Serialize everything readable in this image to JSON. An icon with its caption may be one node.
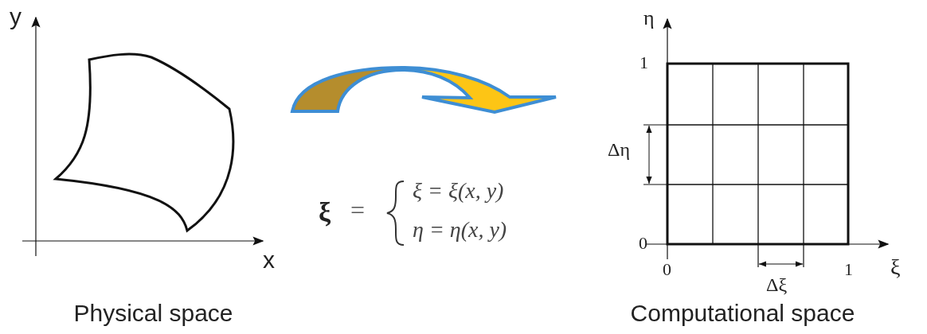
{
  "diagram": {
    "nodes": [
      {
        "text": [
          "Physical space"
        ]
      },
      {
        "text": [
          "Computational space"
        ]
      }
    ],
    "edges": [
      {
        "from": 0,
        "to": 1,
        "arrow": "to"
      }
    ],
    "labels": [
      "y",
      "x",
      "ξ",
      "=",
      "ξ = ξ(x, y)",
      "η = η(x, y)",
      "η",
      "1",
      "Δη",
      "0",
      "0",
      "Δξ",
      "1",
      "ξ"
    ]
  }
}
